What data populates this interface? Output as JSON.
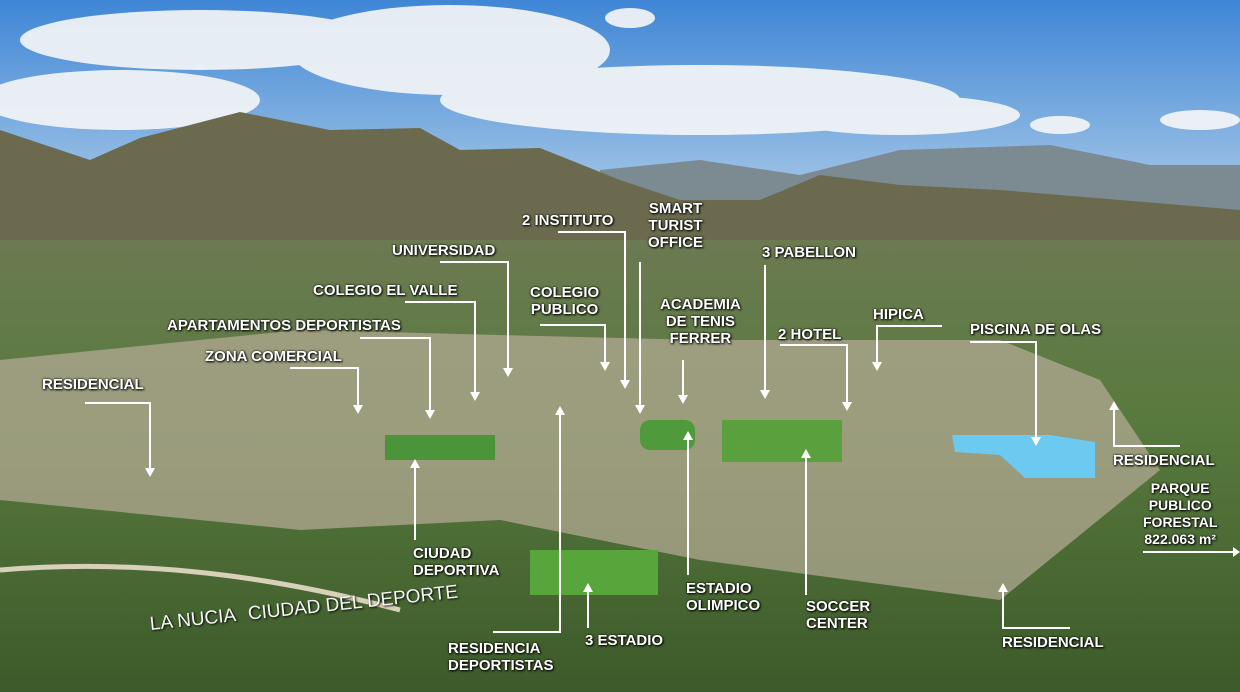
{
  "labels": {
    "instituto": "2 INSTITUTO",
    "smart_office": [
      "SMART",
      "TURIST",
      "OFFICE"
    ],
    "universidad": "UNIVERSIDAD",
    "colegio_valle": "COLEGIO EL VALLE",
    "colegio_publico": [
      "COLEGIO",
      "PUBLICO"
    ],
    "apartamentos": "APARTAMENTOS DEPORTISTAS",
    "zona_comercial": "ZONA COMERCIAL",
    "residencial_left": "RESIDENCIAL",
    "academia": [
      "ACADEMIA",
      "DE TENIS",
      "FERRER"
    ],
    "pabellon": "3 PABELLON",
    "hotel": "2 HOTEL",
    "hipica": "HIPICA",
    "piscina": "PISCINA DE OLAS",
    "residencial_right": "RESIDENCIAL",
    "parque": [
      "PARQUE",
      "PUBLICO",
      "FORESTAL",
      "822.063 m²"
    ],
    "ciudad_deportiva": [
      "CIUDAD",
      "DEPORTIVA"
    ],
    "residencia": [
      "RESIDENCIA",
      "DEPORTISTAS"
    ],
    "estadio3": "3 ESTADIO",
    "olimpico": [
      "ESTADIO",
      "OLIMPICO"
    ],
    "soccer": [
      "SOCCER",
      "CENTER"
    ],
    "residencial_bottom": "RESIDENCIAL"
  },
  "brand": {
    "name": "LA NUCIA",
    "tagline": "CIUDAD DEL DEPORTE"
  },
  "colors": {
    "sky": "#6fa6dd",
    "mountain": "#6b6a4e",
    "vegetation": "#4f6e36",
    "label": "#ffffff"
  }
}
